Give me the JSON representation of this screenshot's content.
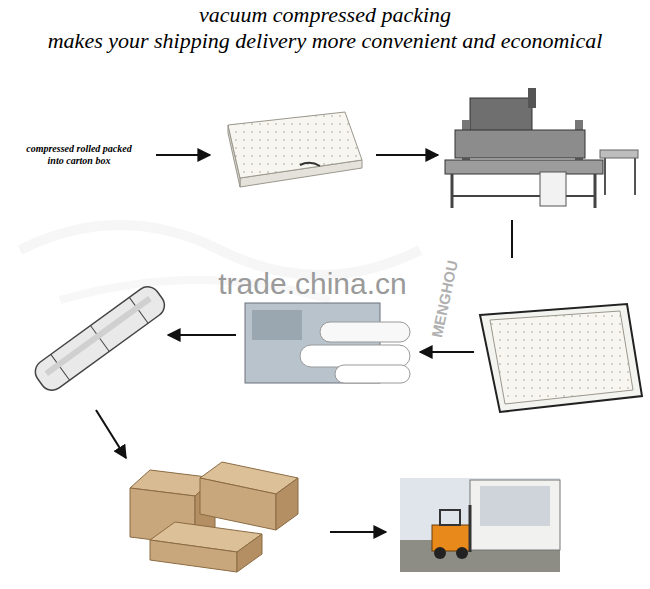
{
  "diagram": {
    "title": "vacuum compressed packing",
    "labels": [
      "makes your shipping delivery more convenient and economical",
      "compressed rolled packed into carton box",
      "trade.china.cn",
      "MENGHOU"
    ]
  }
}
